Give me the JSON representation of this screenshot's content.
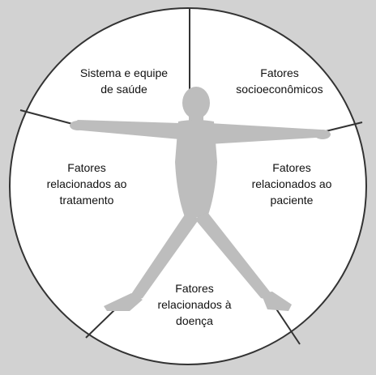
{
  "segments": [
    {
      "id": "sistema",
      "label": "Sistema e equipe\nde saúde"
    },
    {
      "id": "socio",
      "label": "Fatores\nsocioeconômicos"
    },
    {
      "id": "paciente",
      "label": "Fatores\nrelacionados ao\npaciente"
    },
    {
      "id": "doenca",
      "label": "Fatores\nrelacionados à\ndoença"
    },
    {
      "id": "tratamento",
      "label": "Fatores\nrelacionados ao\ntratamento"
    }
  ],
  "colors": {
    "background": "#d2d2d2",
    "circle_fill": "#ffffff",
    "circle_stroke": "#333333",
    "figure": "#bdbdbd",
    "text": "#111111"
  },
  "icons": [
    "human-figure-icon"
  ]
}
